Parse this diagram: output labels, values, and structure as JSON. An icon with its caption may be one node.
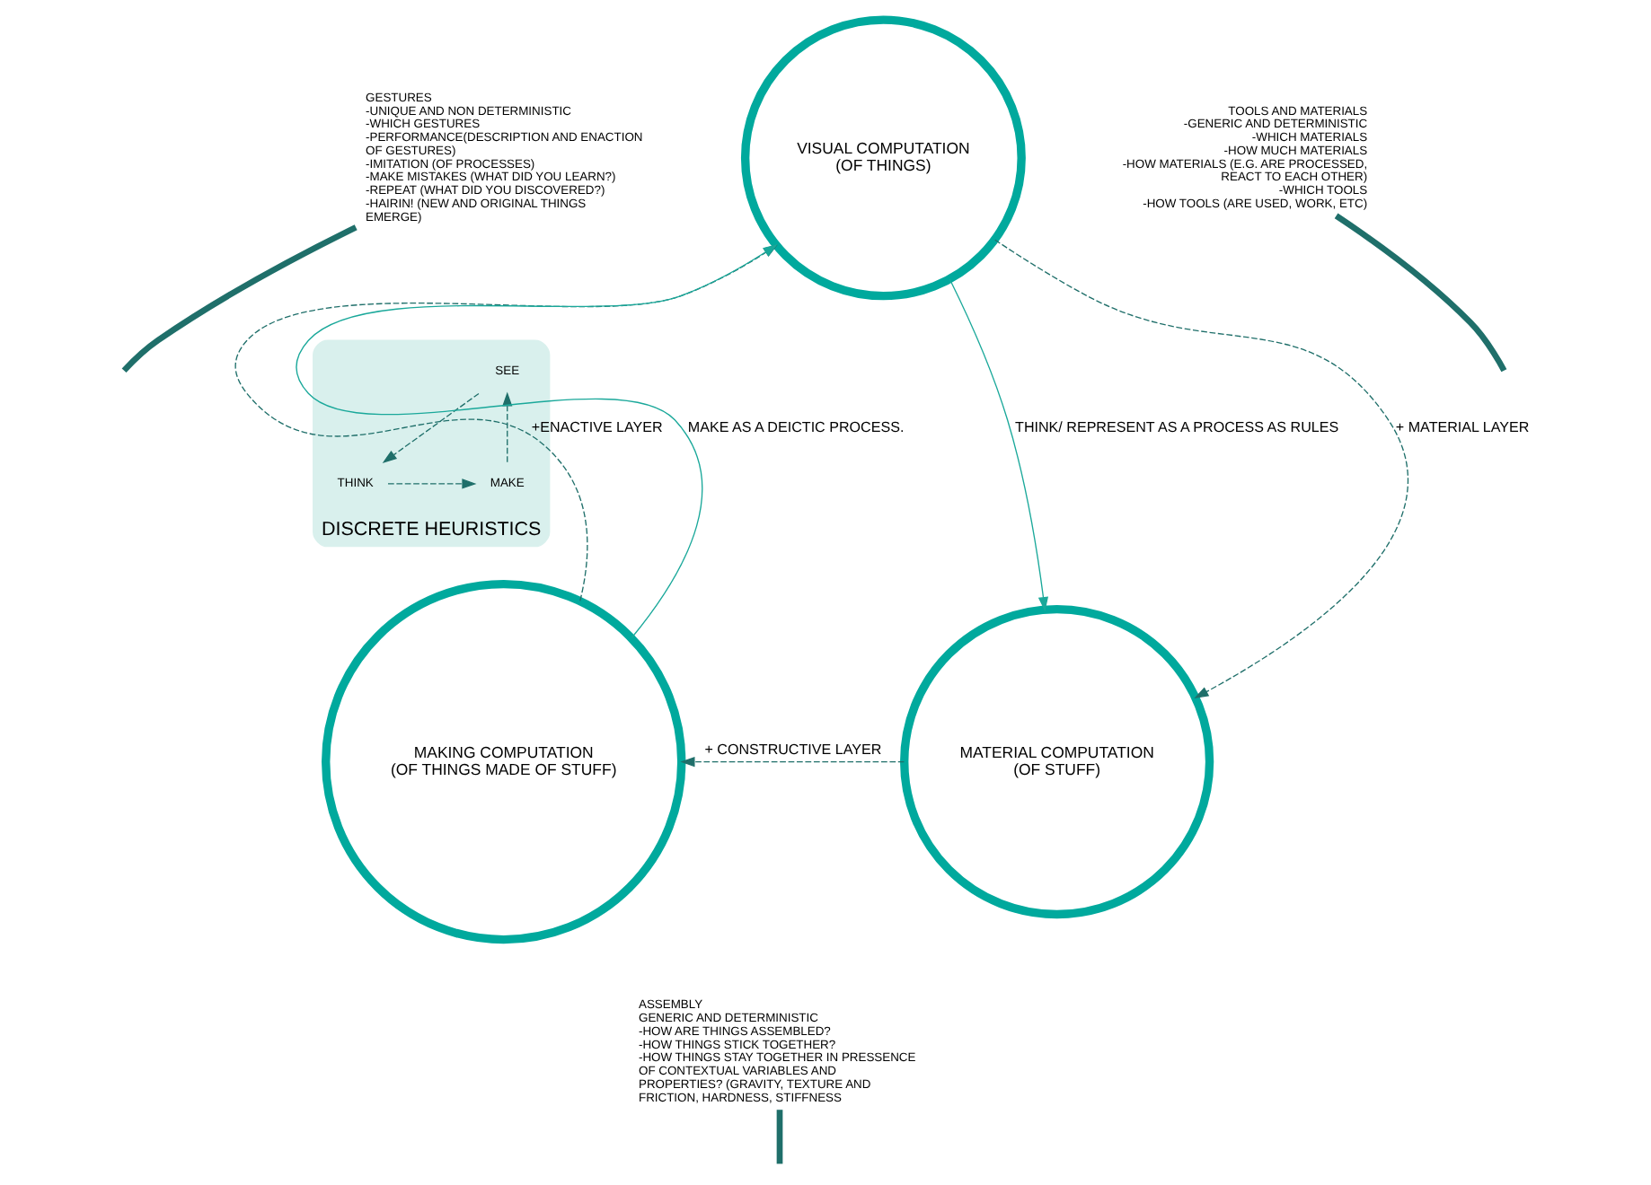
{
  "diagram": {
    "nodes": [
      {
        "text": [
          "GESTURES",
          "-UNIQUE AND NON DETERMINISTIC",
          "-WHICH GESTURES",
          "-PERFORMANCE(DESCRIPTION AND ENACTION OF GESTURES)",
          "-IMITATION (OF PROCESSES)",
          "-MAKE MISTAKES (WHAT DID YOU LEARN?)",
          "-REPEAT (WHAT DID YOU DISCOVERED?)",
          "-HAIRIN! (NEW AND ORIGINAL THINGS EMERGE)"
        ]
      },
      {
        "text": [
          "VISUAL COMPUTATION",
          "(OF THINGS)"
        ]
      },
      {
        "text": [
          "TOOLS AND MATERIALS",
          "-GENERIC AND DETERMINISTIC",
          "-WHICH MATERIALS",
          "-HOW MUCH MATERIALS",
          "-HOW MATERIALS (E.G. ARE PROCESSED, REACT TO EACH OTHER)",
          "-WHICH TOOLS",
          "-HOW TOOLS (ARE USED, WORK, ETC)"
        ]
      },
      {
        "text": [
          "DISCRETE HEURISTICS"
        ]
      },
      {
        "text": [
          "SEE"
        ],
        "in": 3
      },
      {
        "text": [
          "THINK"
        ],
        "in": 3
      },
      {
        "text": [
          "MAKE"
        ],
        "in": 3
      },
      {
        "text": [
          "MAKING COMPUTATION",
          "(OF THINGS MADE OF STUFF)"
        ]
      },
      {
        "text": [
          "MATERIAL COMPUTATION",
          "(OF STUFF)"
        ]
      },
      {
        "text": [
          "ASSEMBLY",
          "GENERIC AND DETERMINISTIC",
          "-HOW ARE THINGS ASSEMBLED?",
          "-HOW THINGS STICK TOGETHER?",
          "-HOW THINGS STAY TOGETHER IN PRESSENCE OF CONTEXTUAL VARIABLES AND PROPERTIES? (GRAVITY, TEXTURE AND FRICTION, HARDNESS, STIFFNESS"
        ]
      }
    ],
    "edges": [
      {
        "from": 7,
        "to": 1,
        "arrow": "to",
        "label": "+ENACTIVE LAYER",
        "style": "dashed"
      },
      {
        "from": 1,
        "to": 8,
        "arrow": "to",
        "label": "+ MATERIAL LAYER",
        "style": "dashed"
      },
      {
        "from": 8,
        "to": 7,
        "arrow": "to",
        "label": "+ CONSTRUCTIVE LAYER",
        "style": "dashed"
      },
      {
        "from": 7,
        "to": 1,
        "arrow": "to",
        "label": "MAKE AS A DEICTIC PROCESS.",
        "color": "#1aa89a"
      },
      {
        "from": 1,
        "to": 8,
        "arrow": "to",
        "label": "THINK/ REPRESENT AS A PROCESS AS RULES",
        "color": "#1aa89a"
      },
      {
        "from": 4,
        "to": 5,
        "arrow": "to",
        "style": "dashed"
      },
      {
        "from": 5,
        "to": 6,
        "arrow": "to",
        "style": "dashed"
      },
      {
        "from": 6,
        "to": 4,
        "arrow": "to",
        "style": "dashed"
      },
      {
        "from": 0,
        "to": null,
        "arrow": "none",
        "style": "thick"
      },
      {
        "from": 2,
        "to": null,
        "arrow": "none",
        "style": "thick"
      },
      {
        "from": 9,
        "to": null,
        "arrow": "none",
        "style": "thick"
      }
    ]
  }
}
